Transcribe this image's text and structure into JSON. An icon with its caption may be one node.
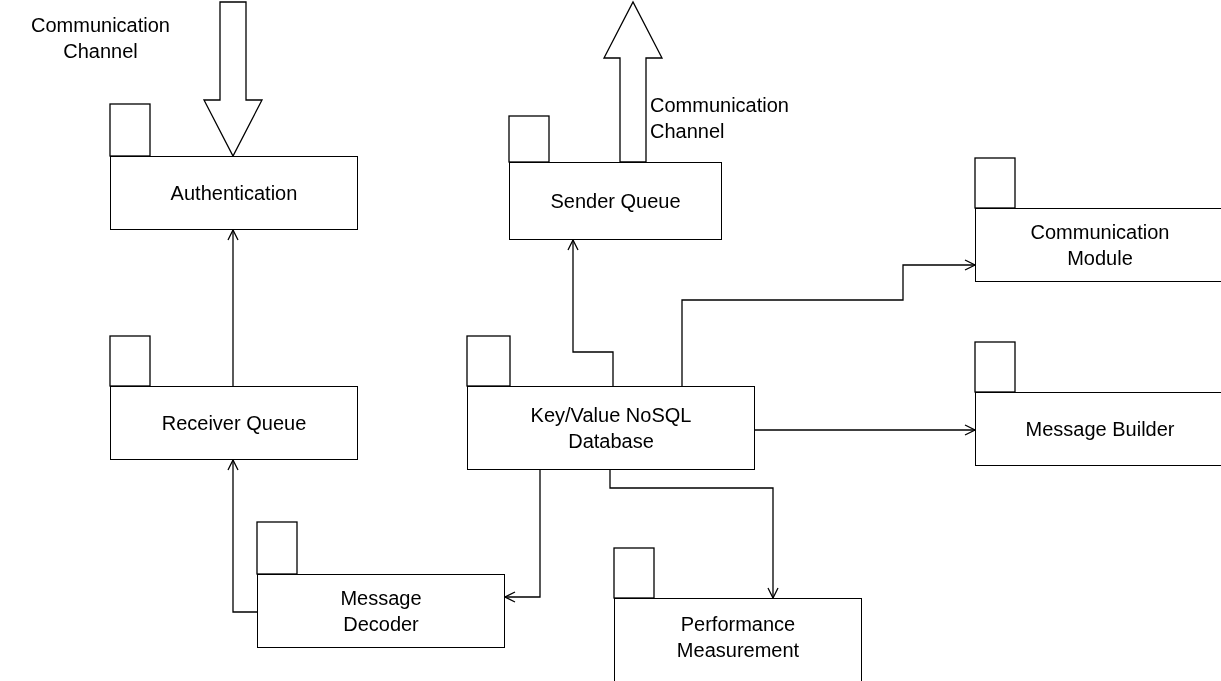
{
  "diagram": {
    "nodes": [
      {
        "text": [
          "Authentication"
        ]
      },
      {
        "text": [
          "Receiver Queue"
        ]
      },
      {
        "text": [
          "Sender Queue"
        ]
      },
      {
        "text": [
          "Key/Value NoSQL Database"
        ]
      },
      {
        "text": [
          "Communication Module"
        ]
      },
      {
        "text": [
          "Message Builder"
        ]
      },
      {
        "text": [
          "Message Decoder"
        ]
      },
      {
        "text": [
          "Performance Measurement"
        ]
      }
    ],
    "edges": [
      {
        "from": null,
        "to": 0,
        "arrow": "to",
        "label": "Communication Channel",
        "style": "thick"
      },
      {
        "from": 2,
        "to": null,
        "arrow": "to",
        "label": "Communication Channel",
        "style": "thick"
      },
      {
        "from": 1,
        "to": 0,
        "arrow": "to"
      },
      {
        "from": 6,
        "to": 1,
        "arrow": "to"
      },
      {
        "from": 3,
        "to": 6,
        "arrow": "to"
      },
      {
        "from": 3,
        "to": 2,
        "arrow": "to"
      },
      {
        "from": 3,
        "to": 4,
        "arrow": "to"
      },
      {
        "from": 3,
        "to": 5,
        "arrow": "to"
      },
      {
        "from": 3,
        "to": 7,
        "arrow": "to"
      }
    ]
  }
}
